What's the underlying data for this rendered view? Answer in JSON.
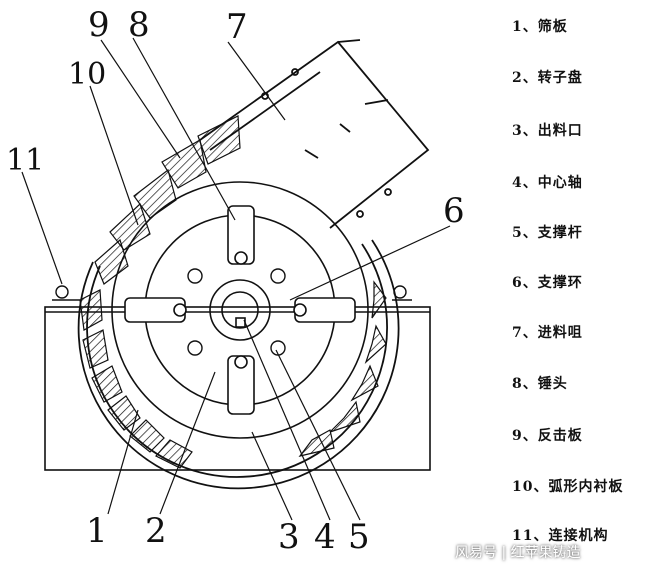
{
  "callouts": [
    "1",
    "2",
    "3",
    "4",
    "5",
    "6",
    "7",
    "8",
    "9",
    "10",
    "11"
  ],
  "legend": [
    "1、筛板",
    "2、转子盘",
    "3、出料口",
    "4、中心轴",
    "5、支撑杆",
    "6、支撑环",
    "7、进料咀",
    "8、锤头",
    "9、反击板",
    "10、弧形内衬板",
    "11、连接机构"
  ],
  "watermark": "风易号 | 红苹果铸造"
}
